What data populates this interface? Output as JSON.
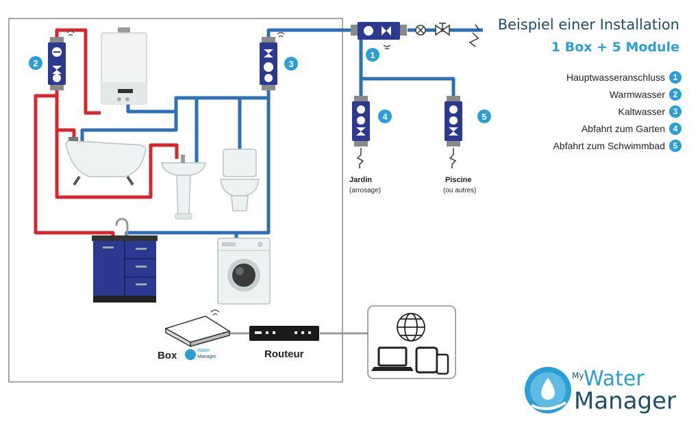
{
  "title": "Beispiel einer Installation",
  "subtitle": "1 Box + 5 Module",
  "legend": [
    {
      "label": "Hauptwasseranschluss",
      "num": "1"
    },
    {
      "label": "Warmwasser",
      "num": "2"
    },
    {
      "label": "Kaltwasser",
      "num": "3"
    },
    {
      "label": "Abfahrt zum Garten",
      "num": "4"
    },
    {
      "label": "Abfahrt zum Schwimmbad",
      "num": "5"
    }
  ],
  "modules": {
    "m1": "1",
    "m2": "2",
    "m3": "3",
    "m4": "4",
    "m5": "5"
  },
  "outlets": {
    "jardin": "Jardin",
    "jardin_sub": "(arrosage)",
    "piscine": "Piscine",
    "piscine_sub": "(ou autres)"
  },
  "devices": {
    "box_label": "Box",
    "routeur_label": "Routeur"
  },
  "logo": {
    "my": "My",
    "water": "Water",
    "manager": "Manager"
  },
  "colors": {
    "hot": "#d9262c",
    "cold": "#2f6fb5",
    "network": "#9a9a9a",
    "accent": "#2a9fd6",
    "module": "#2b3990"
  }
}
